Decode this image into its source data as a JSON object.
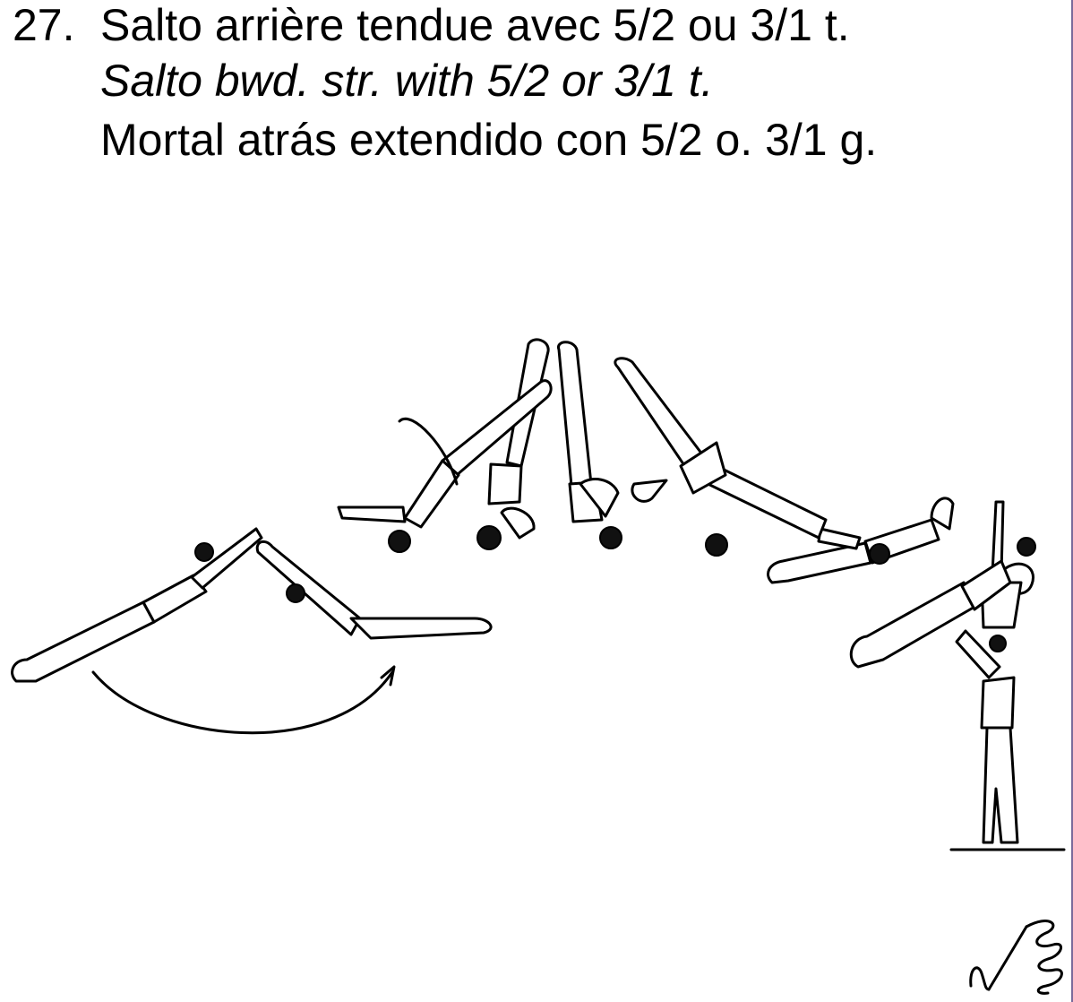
{
  "element": {
    "number": "27.",
    "title_fr": "Salto arrière tendue avec 5/2 ou 3/1 t.",
    "title_en": "Salto bwd. str. with 5/2 or 3/1 t.",
    "title_es": "Mortal atrás extendido con 5/2 o. 3/1 g."
  },
  "illustration": {
    "apparatus_symbol": "floor-spring-icon",
    "figure_count": 9,
    "direction": "right-to-left"
  }
}
